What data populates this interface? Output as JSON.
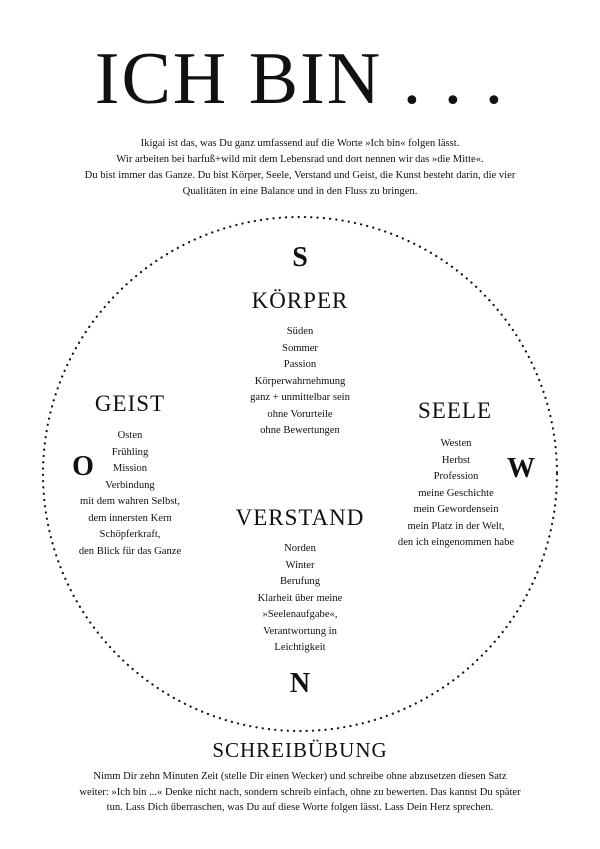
{
  "title": "ICH BIN . . .",
  "intro": [
    "Ikigai ist das, was Du ganz umfassend auf die Worte »Ich bin« folgen lässt.",
    "Wir arbeiten bei barfuß+wild mit dem Lebensrad und dort nennen wir das »die Mitte«.",
    "Du bist immer das Ganze. Du bist Körper, Seele, Verstand und Geist, die Kunst besteht darin, die vier",
    "Qualitäten in eine Balance und in den Fluss zu bringen."
  ],
  "compass": {
    "south": "S",
    "east": "O",
    "west": "W",
    "north": "N"
  },
  "koerper": {
    "heading": "KÖRPER",
    "items": [
      "Süden",
      "Sommer",
      "Passion",
      "Körperwahrnehmung",
      "ganz + unmittelbar sein",
      "ohne Vorurteile",
      "ohne Bewertungen"
    ]
  },
  "geist": {
    "heading": "GEIST",
    "items": [
      "Osten",
      "Frühling",
      "Mission",
      "Verbindung",
      "mit dem wahren Selbst,",
      "dem innersten Kern",
      "Schöpferkraft,",
      "den Blick für das Ganze"
    ]
  },
  "seele": {
    "heading": "SEELE",
    "items": [
      "Westen",
      "Herbst",
      "Profession",
      "meine Geschichte",
      "mein Gewordensein",
      "mein Platz in der Welt,",
      "den ich eingenommen habe"
    ]
  },
  "verstand": {
    "heading": "VERSTAND",
    "items": [
      "Norden",
      "Winter",
      "Berufung",
      "Klarheit über meine",
      "»Seelenaufgabe«,",
      "Verantwortung in",
      "Leichtigkeit"
    ]
  },
  "exercise": {
    "heading": "SCHREIBÜBUNG",
    "lines": [
      "Nimm Dir zehn Minuten Zeit (stelle Dir einen Wecker) und schreibe ohne abzusetzen diesen Satz",
      "weiter: »Ich bin ...« Denke nicht nach, sondern schreib einfach, ohne zu bewerten. Das kannst Du später",
      "tun. Lass Dich überraschen, was Du auf diese Worte folgen lässt. Lass Dein Herz sprechen."
    ]
  },
  "colors": {
    "ink": "#111111",
    "background": "#ffffff"
  }
}
